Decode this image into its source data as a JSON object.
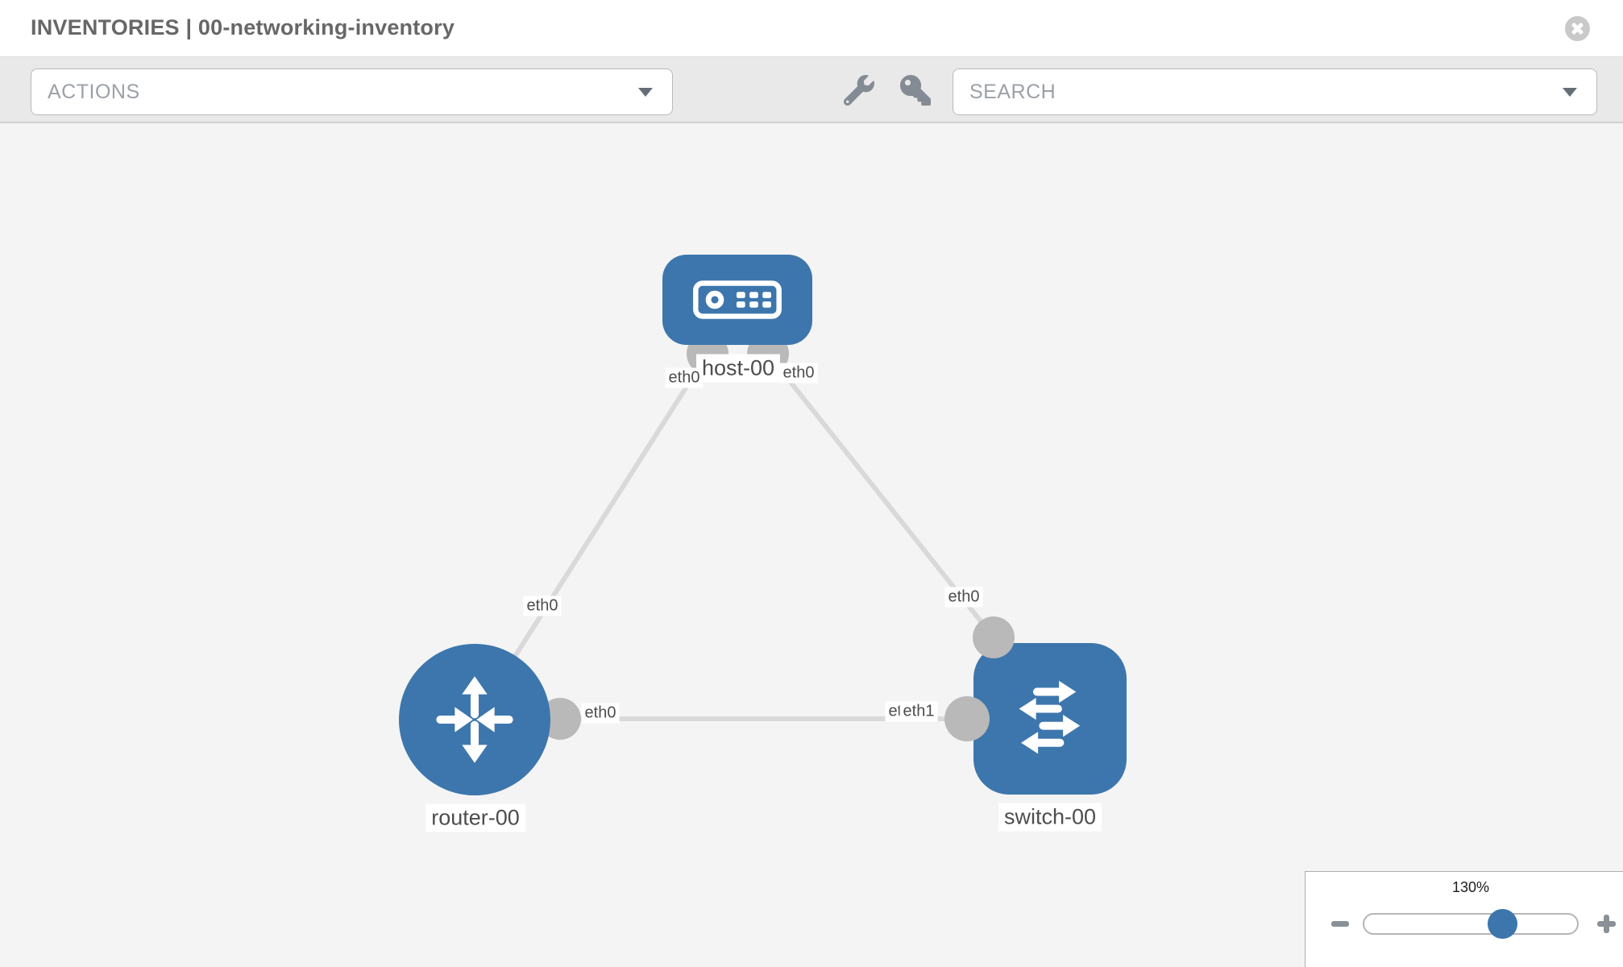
{
  "header": {
    "title": "INVENTORIES | 00-networking-inventory"
  },
  "toolbar": {
    "actions_label": "ACTIONS",
    "search_placeholder": "SEARCH",
    "icons": [
      "wrench-icon",
      "key-icon"
    ]
  },
  "topology": {
    "nodes": [
      {
        "id": "host-00",
        "label": "host-00",
        "type": "host"
      },
      {
        "id": "router-00",
        "label": "router-00",
        "type": "router"
      },
      {
        "id": "switch-00",
        "label": "switch-00",
        "type": "switch"
      }
    ],
    "links": [
      {
        "from": "host-00",
        "from_interface": "eth0",
        "to": "router-00",
        "to_interface": "eth0"
      },
      {
        "from": "host-00",
        "from_interface": "eth0",
        "to": "switch-00",
        "to_interface": "eth0"
      },
      {
        "from": "router-00",
        "from_interface": "eth0",
        "to": "switch-00",
        "to_interface": "eth1",
        "overlap_artifact": "etl"
      }
    ]
  },
  "zoom_control": {
    "level": "130%"
  },
  "colors": {
    "node_blue": "#3d76ad",
    "link_gray": "#d9d9d9",
    "endpoint_gray": "#b9b9b9",
    "canvas_bg": "#f4f4f4",
    "toolbar_bg": "#e9e9e9"
  }
}
